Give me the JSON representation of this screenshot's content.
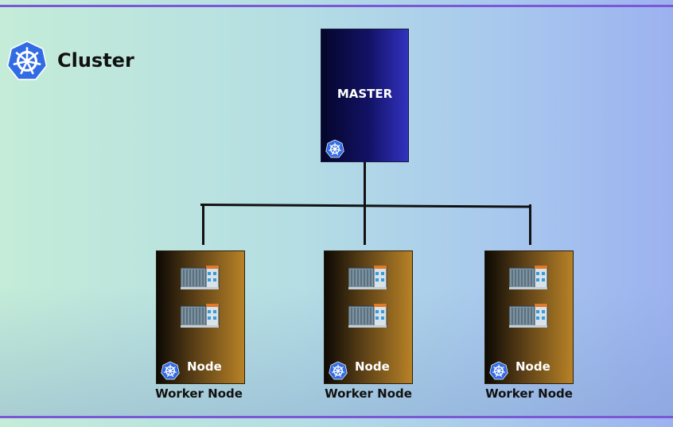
{
  "title": {
    "text": "Cluster",
    "icon": "kubernetes-icon"
  },
  "master": {
    "label": "MASTER",
    "icon": "kubernetes-icon"
  },
  "nodes": [
    {
      "label": "Node",
      "caption": "Worker Node",
      "icon": "kubernetes-icon",
      "servers": [
        "server-rack-icon",
        "server-rack-icon"
      ]
    },
    {
      "label": "Node",
      "caption": "Worker Node",
      "icon": "kubernetes-icon",
      "servers": [
        "server-rack-icon",
        "server-rack-icon"
      ]
    },
    {
      "label": "Node",
      "caption": "Worker Node",
      "icon": "kubernetes-icon",
      "servers": [
        "server-rack-icon",
        "server-rack-icon"
      ]
    }
  ],
  "colors": {
    "kubernetes_blue": "#326ce5",
    "frame_line": "#7b58d6",
    "master_fill": "#121266",
    "node_fill": "#b88226"
  }
}
